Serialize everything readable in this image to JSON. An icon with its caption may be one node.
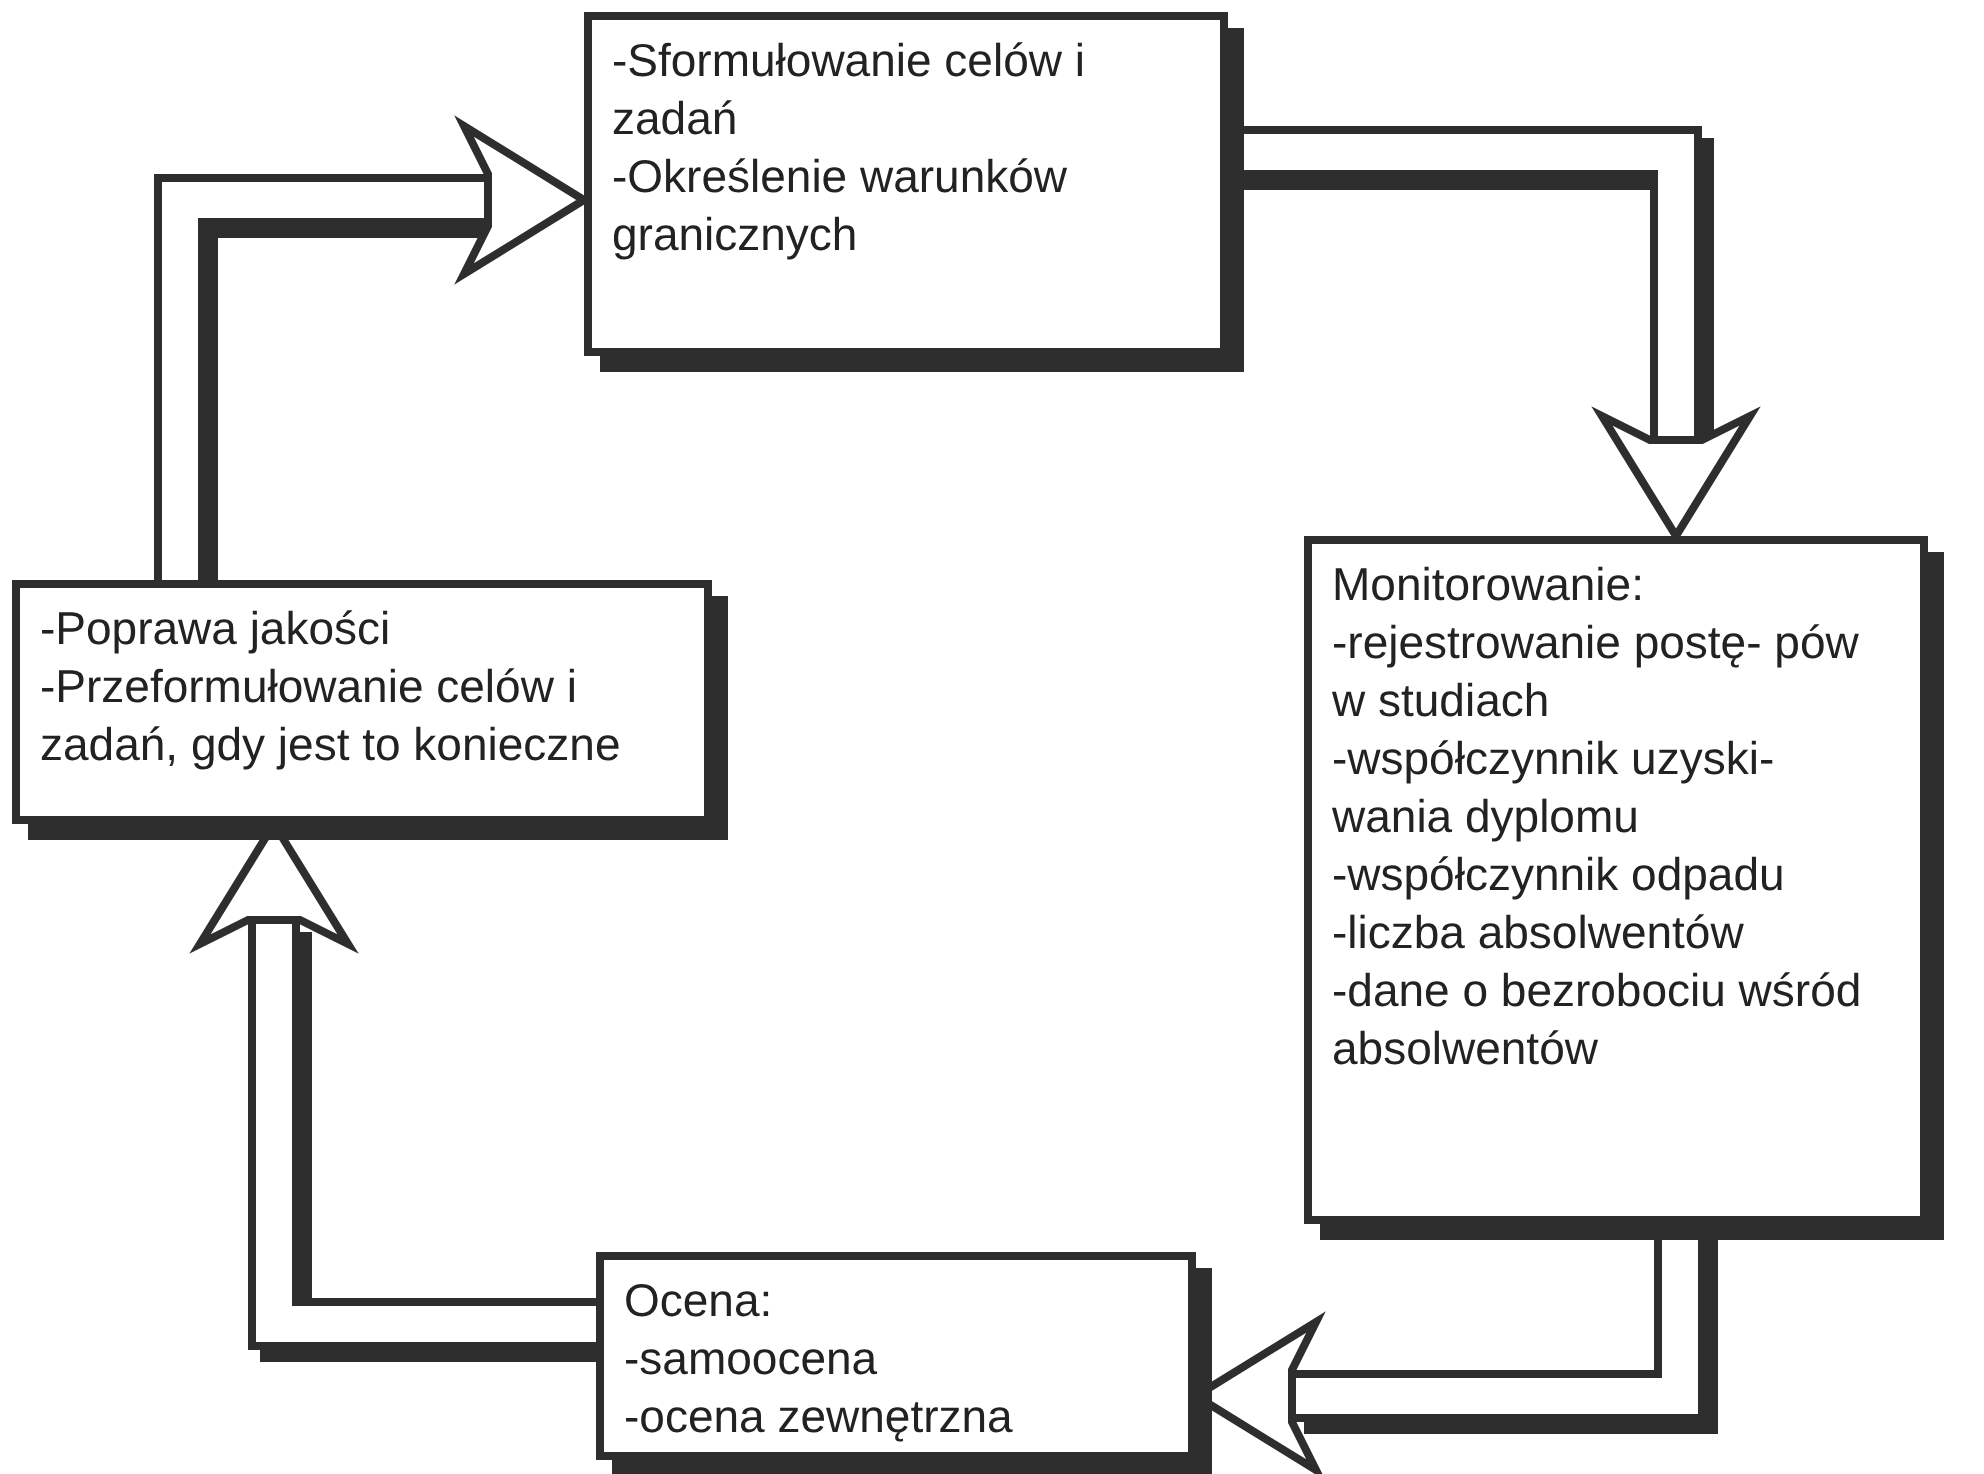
{
  "diagram": {
    "nodes": [
      {
        "text": [
          "-Sformułowanie celów i zadań",
          "-Określenie warunków granicznych"
        ]
      },
      {
        "text": [
          "Monitorowanie:",
          "-rejestrowanie postę- pów w studiach",
          "-współczynnik uzyski- wania dyplomu",
          "-współczynnik odpadu",
          "-liczba absolwentów",
          "-dane o bezrobociu wśród absolwentów"
        ]
      },
      {
        "text": [
          "-Poprawa jakości",
          "-Przeformułowanie celów i zadań, gdy jest to konieczne"
        ]
      },
      {
        "text": [
          "Ocena:",
          "-samoocena",
          "-ocena zewnętrzna"
        ]
      }
    ],
    "edges": [
      {
        "from": 0,
        "to": 1,
        "arrow": "to"
      },
      {
        "from": 1,
        "to": 3,
        "arrow": "to"
      },
      {
        "from": 3,
        "to": 2,
        "arrow": "to"
      },
      {
        "from": 2,
        "to": 0,
        "arrow": "to"
      }
    ]
  }
}
